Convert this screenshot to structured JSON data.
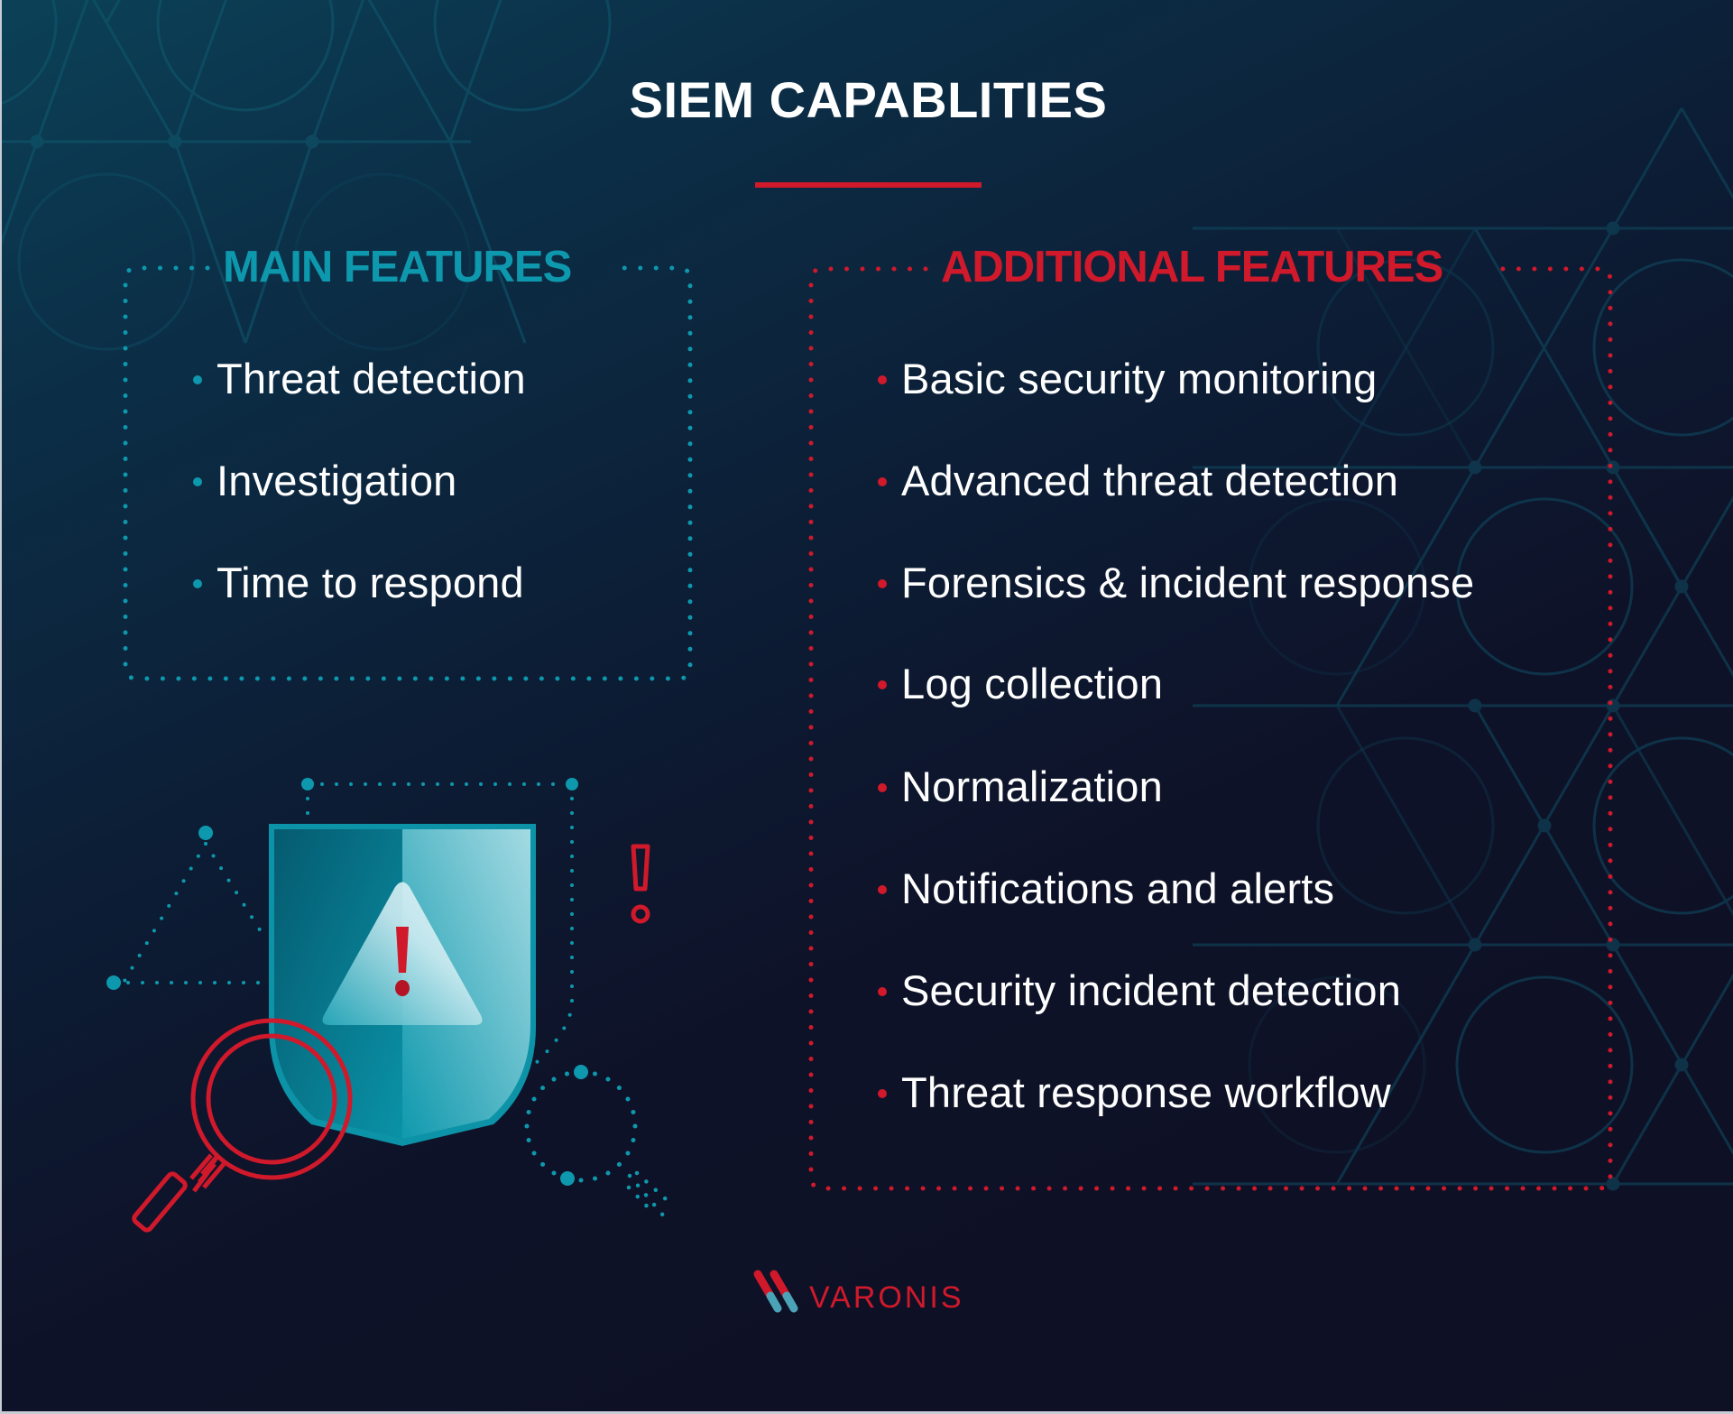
{
  "title": "SIEM CAPABLITIES",
  "colors": {
    "accent_teal": "#0e98ad",
    "accent_red": "#d0192b",
    "text": "#ffffff",
    "background_top": "#0b4157",
    "background_bottom": "#0e1024"
  },
  "main_features": {
    "heading": "MAIN FEATURES",
    "items": [
      "Threat detection",
      "Investigation",
      "Time to respond"
    ]
  },
  "additional_features": {
    "heading": "ADDITIONAL FEATURES",
    "items": [
      "Basic security monitoring",
      "Advanced threat detection",
      "Forensics & incident response",
      "Log collection",
      "Normalization",
      "Notifications and alerts",
      "Security incident detection",
      "Threat response workflow"
    ]
  },
  "illustration": {
    "icons": [
      "shield-icon",
      "warning-triangle-icon",
      "exclamation-icon",
      "magnifier-icon",
      "dotted-magnifier-icon",
      "dotted-triangle-icon"
    ]
  },
  "logo": {
    "text": "VARONIS"
  }
}
